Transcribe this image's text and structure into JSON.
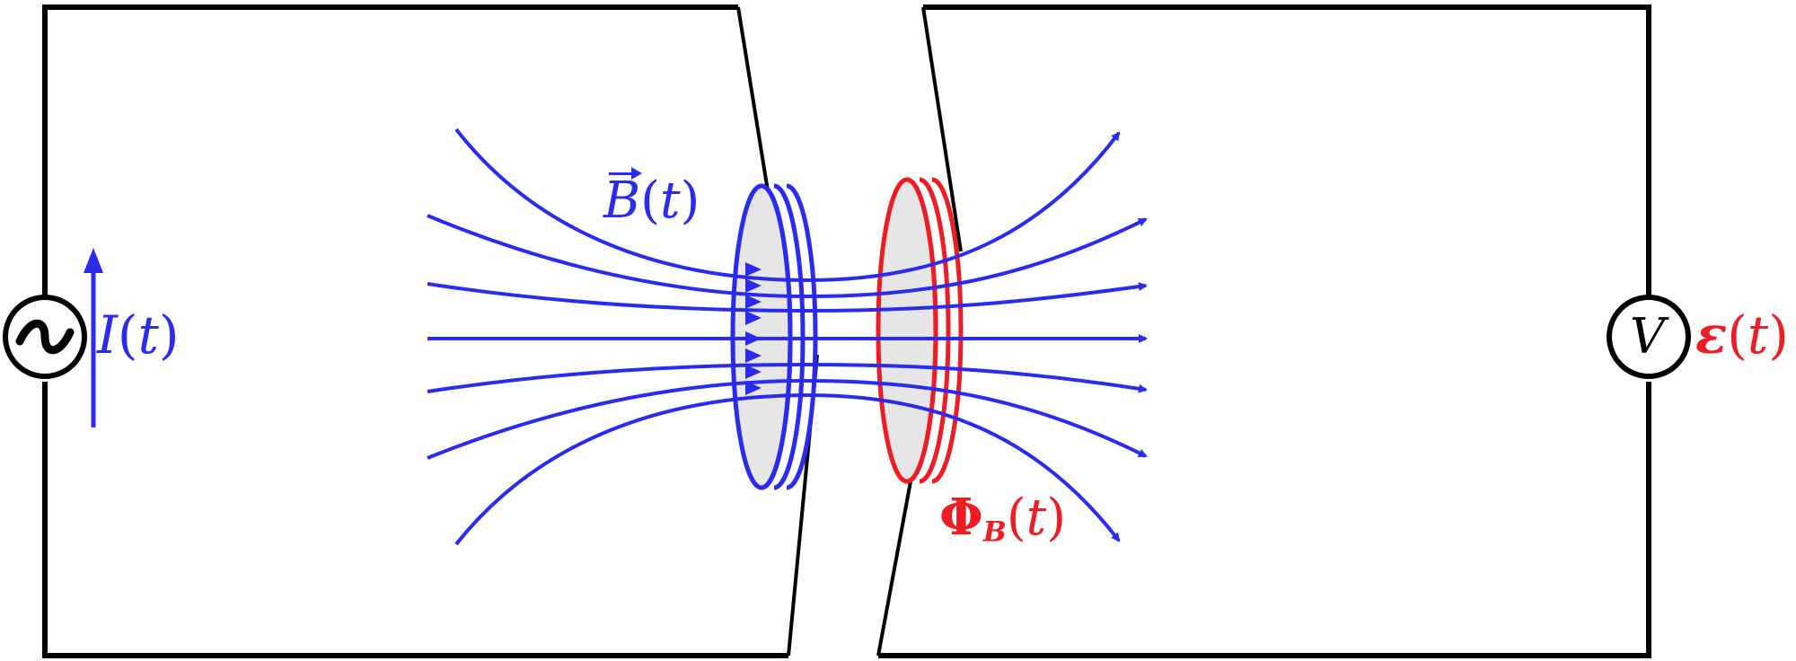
{
  "colors": {
    "circuit": "#000000",
    "primary": "#2b2bf0",
    "secondary": "#ee1c24",
    "coil_fill": "#e6e6e6"
  },
  "labels": {
    "current_symbol": "I",
    "current_arg": "t",
    "field_symbol": "B",
    "field_arg": "t",
    "flux_symbol": "Φ",
    "flux_subscript": "B",
    "flux_arg": "t",
    "emf_symbol": "ε",
    "emf_arg": "t",
    "source_glyph": "~",
    "meter_glyph": "V"
  },
  "icons": {
    "source": "ac-source-icon",
    "meter": "voltmeter-icon"
  }
}
